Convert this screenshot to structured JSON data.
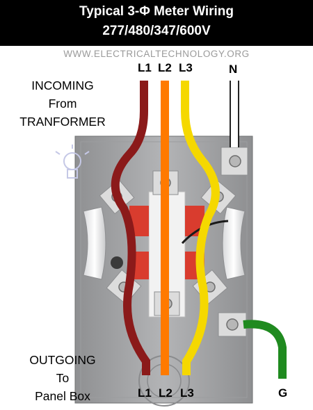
{
  "header": {
    "title_line1": "Typical 3-Φ Meter Wiring",
    "title_line2": "277/480/347/600V"
  },
  "watermark": "WWW.ELECTRICALTECHNOLOGY.ORG",
  "incoming": {
    "line1": "INCOMING",
    "line2": "From",
    "line3": "TRANFORMER"
  },
  "outgoing": {
    "line1": "OUTGOING",
    "line2": "To",
    "line3": "Panel Box"
  },
  "top_labels": {
    "l1": "L1",
    "l2": "L2",
    "l3": "L3",
    "n": "N"
  },
  "bottom_labels": {
    "l1": "L1",
    "l2": "L2",
    "l3": "L3",
    "g": "G"
  },
  "colors": {
    "l1": "#8b1a1a",
    "l2": "#ff7a00",
    "l3": "#f5d800",
    "neutral": "#ffffff",
    "ground": "#1f8a1f",
    "header_bg": "#000000",
    "box": "#a9aaac"
  }
}
